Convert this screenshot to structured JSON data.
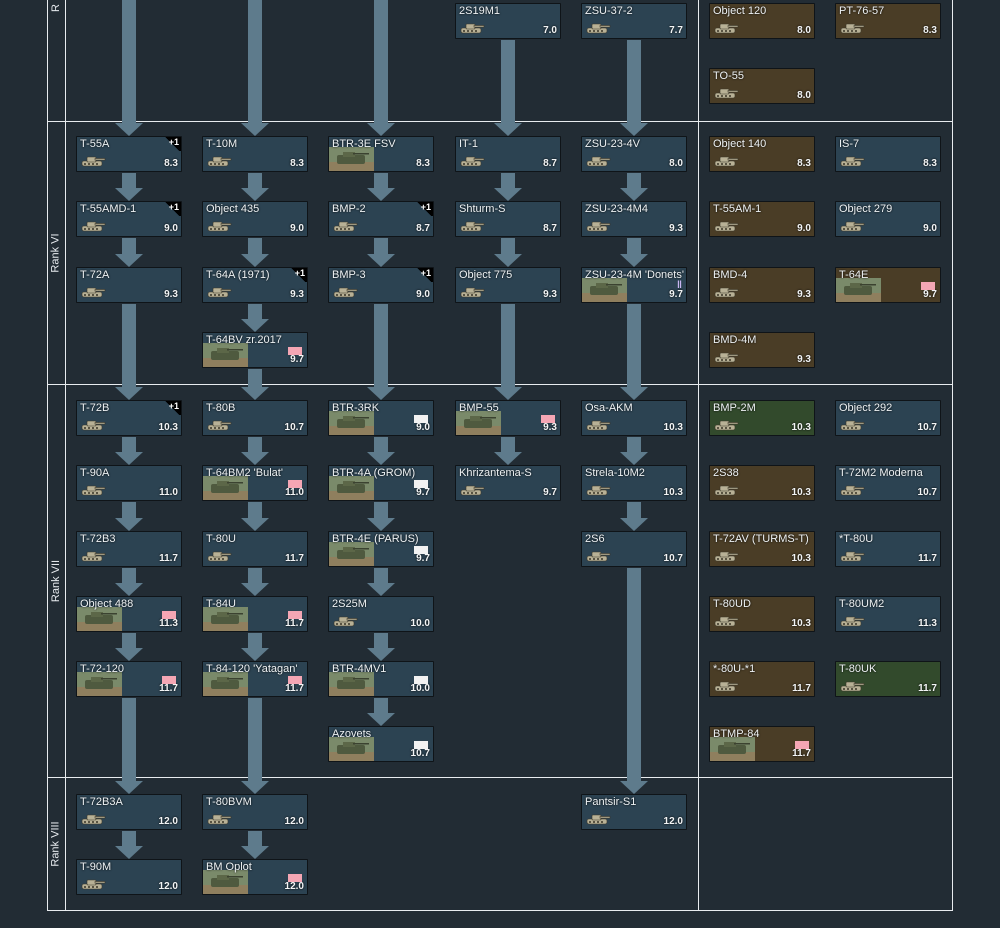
{
  "ranks": [
    {
      "label": "R"
    },
    {
      "label": "Rank VI"
    },
    {
      "label": "Rank VII"
    },
    {
      "label": "Rank VIII"
    }
  ],
  "colors": {
    "standard": "#2c4352",
    "premium": "#4a3d26",
    "event": "#324a2c",
    "arrow": "#5e7b8c",
    "background": "#222c34"
  },
  "vehicles": {
    "2s19m1": {
      "name": "2S19M1",
      "br": "7.0"
    },
    "zsu-37-2": {
      "name": "ZSU-37-2",
      "br": "7.7"
    },
    "object-120": {
      "name": "Object 120",
      "br": "8.0"
    },
    "pt-76-57": {
      "name": "PT-76-57",
      "br": "8.3"
    },
    "to-55": {
      "name": "TO-55",
      "br": "8.0"
    },
    "t-55a": {
      "name": "T-55A",
      "br": "8.3",
      "plus": "+1"
    },
    "t-10m": {
      "name": "T-10M",
      "br": "8.3"
    },
    "btr-3e-fsv": {
      "name": "BTR-3E FSV",
      "br": "8.3"
    },
    "it-1": {
      "name": "IT-1",
      "br": "8.7"
    },
    "zsu-23-4v": {
      "name": "ZSU-23-4V",
      "br": "8.0"
    },
    "object-140": {
      "name": "Object 140",
      "br": "8.3"
    },
    "is-7": {
      "name": "IS-7",
      "br": "8.3"
    },
    "t-55amd-1": {
      "name": "T-55AMD-1",
      "br": "9.0",
      "plus": "+1"
    },
    "object-435": {
      "name": "Object 435",
      "br": "9.0"
    },
    "bmp-2": {
      "name": "BMP-2",
      "br": "8.7",
      "plus": "+1"
    },
    "shturm-s": {
      "name": "Shturm-S",
      "br": "8.7"
    },
    "zsu-23-4m4": {
      "name": "ZSU-23-4M4",
      "br": "9.3"
    },
    "t-55am-1": {
      "name": "T-55AM-1",
      "br": "9.0"
    },
    "object-279": {
      "name": "Object 279",
      "br": "9.0"
    },
    "t-72a": {
      "name": "T-72A",
      "br": "9.3"
    },
    "t-64a-1971": {
      "name": "T-64A (1971)",
      "br": "9.3",
      "plus": "+1"
    },
    "bmp-3": {
      "name": "BMP-3",
      "br": "9.0",
      "plus": "+1"
    },
    "object-775": {
      "name": "Object 775",
      "br": "9.3"
    },
    "zsu-23-4m-donets": {
      "name": "ZSU-23-4M 'Donets'",
      "br": "9.7",
      "pair": "‖"
    },
    "bmd-4": {
      "name": "BMD-4",
      "br": "9.3"
    },
    "t-64e": {
      "name": "T-64E",
      "br": "9.7"
    },
    "t-64bv-zr2017": {
      "name": "T-64BV zr.2017",
      "br": "9.7"
    },
    "bmd-4m": {
      "name": "BMD-4M",
      "br": "9.3"
    },
    "t-72b": {
      "name": "T-72B",
      "br": "10.3",
      "plus": "+1"
    },
    "t-80b": {
      "name": "T-80B",
      "br": "10.7"
    },
    "btr-3rk": {
      "name": "BTR-3RK",
      "br": "9.0"
    },
    "bmp-55": {
      "name": "BMP-55",
      "br": "9.3"
    },
    "osa-akm": {
      "name": "Osa-AKM",
      "br": "10.3"
    },
    "bmp-2m": {
      "name": "BMP-2M",
      "br": "10.3"
    },
    "object-292": {
      "name": "Object 292",
      "br": "10.7"
    },
    "t-90a": {
      "name": "T-90A",
      "br": "11.0"
    },
    "t-64bm2-bulat": {
      "name": "T-64BM2 'Bulat'",
      "br": "11.0"
    },
    "btr-4a-grom": {
      "name": "BTR-4A (GROM)",
      "br": "9.7"
    },
    "khrizantema-s": {
      "name": "Khrizantema-S",
      "br": "9.7"
    },
    "strela-10m2": {
      "name": "Strela-10M2",
      "br": "10.3"
    },
    "2s38": {
      "name": "2S38",
      "br": "10.3"
    },
    "t-72m2-moderna": {
      "name": "T-72M2 Moderna",
      "br": "10.7"
    },
    "t-72b3": {
      "name": "T-72B3",
      "br": "11.7"
    },
    "t-80u": {
      "name": "T-80U",
      "br": "11.7"
    },
    "btr-4e-parus": {
      "name": "BTR-4E (PARUS)",
      "br": "9.7"
    },
    "2s6": {
      "name": "2S6",
      "br": "10.7"
    },
    "t-72av-turms-t": {
      "name": "T-72AV (TURMS-T)",
      "br": "10.3"
    },
    "star-t-80u": {
      "name": "*T-80U",
      "br": "11.7"
    },
    "object-488": {
      "name": "Object 488",
      "br": "11.3"
    },
    "t-84u": {
      "name": "T-84U",
      "br": "11.7"
    },
    "2s25m": {
      "name": "2S25M",
      "br": "10.0"
    },
    "t-80ud": {
      "name": "T-80UD",
      "br": "10.3"
    },
    "t-80um2": {
      "name": "T-80UM2",
      "br": "11.3"
    },
    "t-72-120": {
      "name": "T-72-120",
      "br": "11.7"
    },
    "t-84-120-yatagan": {
      "name": "T-84-120 'Yatagan'",
      "br": "11.7"
    },
    "btr-4mv1": {
      "name": "BTR-4MV1",
      "br": "10.0"
    },
    "star-80u-1": {
      "name": "*-80U-*1",
      "br": "11.7"
    },
    "t-80uk": {
      "name": "T-80UK",
      "br": "11.7"
    },
    "azovets": {
      "name": "Azovets",
      "br": "10.7"
    },
    "btmp-84": {
      "name": "BTMP-84",
      "br": "11.7"
    },
    "t-72b3a": {
      "name": "T-72B3A",
      "br": "12.0"
    },
    "t-80bvm": {
      "name": "T-80BVM",
      "br": "12.0"
    },
    "pantsir-s1": {
      "name": "Pantsir-S1",
      "br": "12.0"
    },
    "t-90m": {
      "name": "T-90M",
      "br": "12.0"
    },
    "bm-oplot": {
      "name": "BM Oplot",
      "br": "12.0"
    }
  }
}
